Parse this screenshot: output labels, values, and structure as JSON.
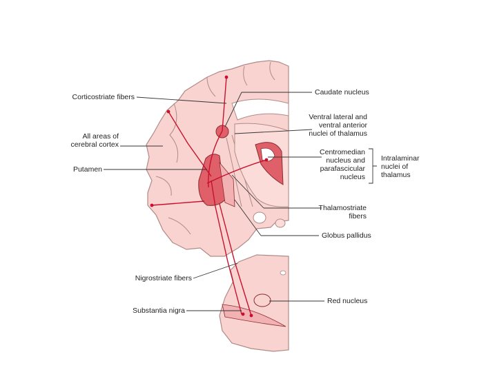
{
  "labels": {
    "corticostriate": "Corticostriate fibers",
    "all_areas": "All areas of\ncerebral cortex",
    "putamen": "Putamen",
    "nigrostriate": "Nigrostriate fibers",
    "substantia_nigra": "Substantia nigra",
    "caudate": "Caudate nucleus",
    "ventral_lateral": "Ventral lateral and\nventral anterior\nnuclei of thalamus",
    "centromedian": "Centromedian\nnucleus and\nparafascicular\nnucleus",
    "intralaminar": "Intralaminar\nnuclei of\nthalamus",
    "thalamostriate": "Thalamostriate\nfibers",
    "globus_pallidus": "Globus pallidus",
    "red_nucleus": "Red nucleus"
  },
  "colors": {
    "brain_fill": "#f9d3cf",
    "brain_outline": "#b08a86",
    "nucleus_fill": "#e0606a",
    "fiber": "#c8102e",
    "leader": "#333333"
  }
}
